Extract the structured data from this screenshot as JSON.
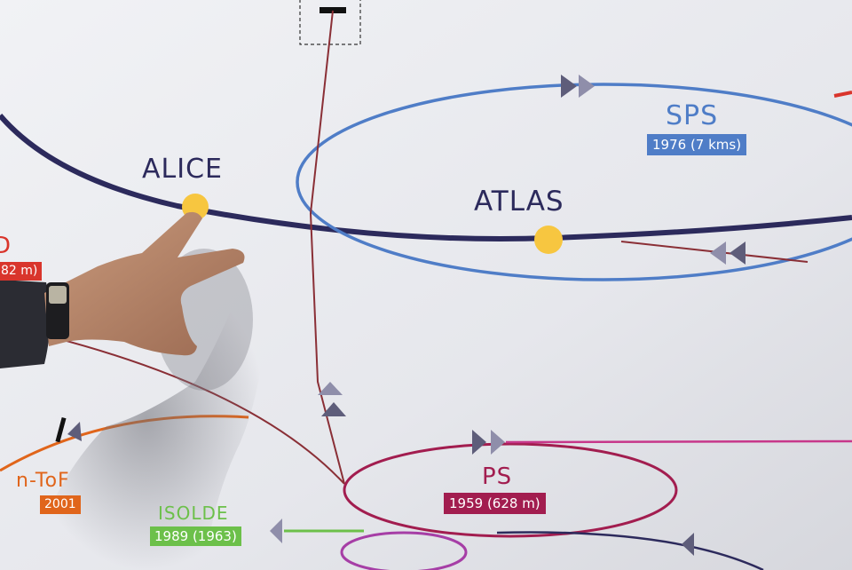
{
  "photo": {
    "description_free": true
  },
  "labels": {
    "alice": "ALICE",
    "atlas": "ATLAS",
    "sps": "SPS",
    "sps_year": "1976 (7 kms)",
    "ps": "PS",
    "ps_year": "1959 (628 m)",
    "ntof": "n-ToF",
    "ntof_year": "2001",
    "isolde": "ISOLDE",
    "isolde_year": "1989 (1963)",
    "left_partial_name": "D",
    "left_partial_year": "82 m)"
  },
  "colors": {
    "board": "#e9eaee",
    "lhc_ring": "#2c2a5c",
    "sps_ring": "#4f7dc7",
    "sps_tag": "#4f7dc7",
    "ps_ring": "#a21d4f",
    "ps_tag": "#a21d4f",
    "ntof": "#e0651b",
    "isolde": "#6cc04a",
    "left_partial": "#d9352c",
    "transfer_line": "#8a2f36",
    "experiment_dot": "#f7c640",
    "arrow": "#6f6f8a"
  }
}
